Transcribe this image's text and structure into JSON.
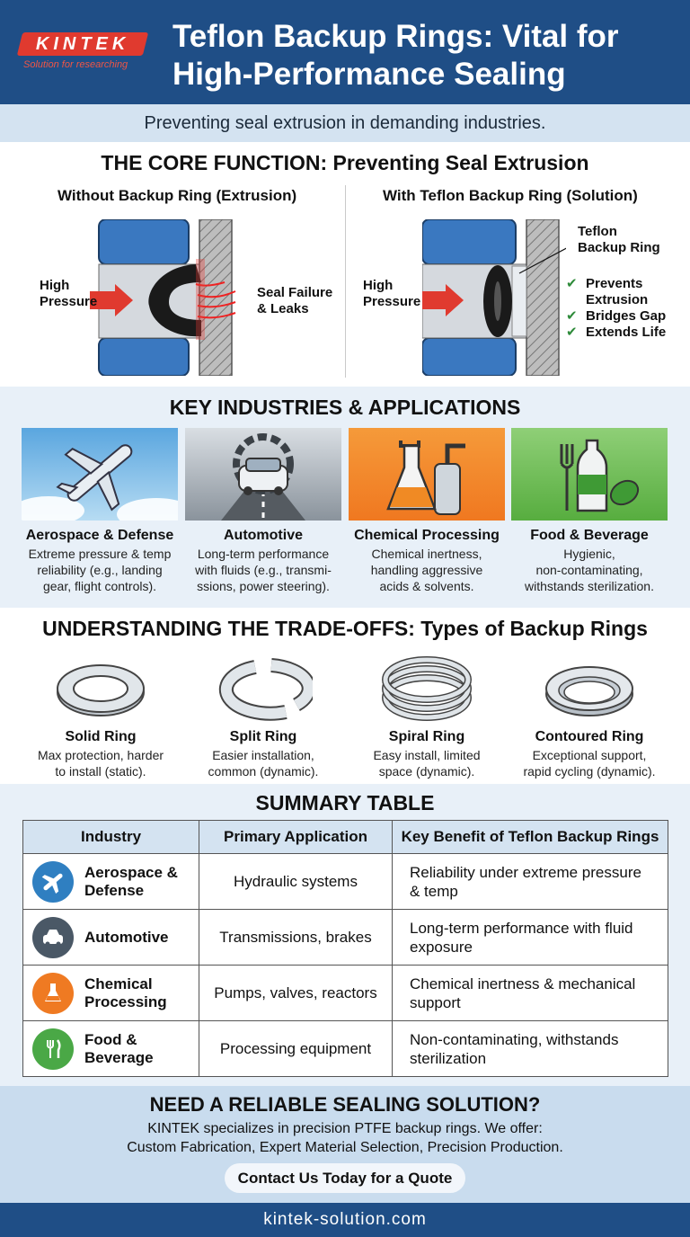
{
  "header": {
    "logo_text": "KINTEK",
    "logo_tagline": "Solution for researching",
    "title_line1": "Teflon Backup Rings: Vital for",
    "title_line2": "High-Performance Sealing",
    "subtitle": "Preventing seal extrusion in demanding industries."
  },
  "core": {
    "title": "THE CORE FUNCTION: Preventing Seal Extrusion",
    "left_heading": "Without Backup Ring (Extrusion)",
    "right_heading": "With Teflon Backup Ring (Solution)",
    "pressure_label_1": "High",
    "pressure_label_2": "Pressure",
    "failure_label_1": "Seal Failure",
    "failure_label_2": "& Leaks",
    "ring_label_1": "Teflon",
    "ring_label_2": "Backup Ring",
    "benefits": [
      "Prevents",
      "Extrusion",
      "Bridges Gap",
      "Extends Life"
    ]
  },
  "industries": {
    "title": "KEY INDUSTRIES & APPLICATIONS",
    "items": [
      {
        "name": "Aerospace & Defense",
        "desc1": "Extreme pressure & temp",
        "desc2": "reliability (e.g., landing",
        "desc3": "gear, flight controls)."
      },
      {
        "name": "Automotive",
        "desc1": "Long-term performance",
        "desc2": "with fluids (e.g., transmi-",
        "desc3": "ssions, power steering)."
      },
      {
        "name": "Chemical Processing",
        "desc1": "Chemical inertness,",
        "desc2": "handling aggressive",
        "desc3": "acids & solvents."
      },
      {
        "name": "Food & Beverage",
        "desc1": "Hygienic,",
        "desc2": "non-contaminating,",
        "desc3": "withstands sterilization."
      }
    ]
  },
  "rings": {
    "title": "UNDERSTANDING THE TRADE-OFFS: Types of Backup Rings",
    "items": [
      {
        "name": "Solid Ring",
        "desc1": "Max protection, harder",
        "desc2": "to install (static)."
      },
      {
        "name": "Split Ring",
        "desc1": "Easier installation,",
        "desc2": "common (dynamic)."
      },
      {
        "name": "Spiral Ring",
        "desc1": "Easy install, limited",
        "desc2": "space (dynamic)."
      },
      {
        "name": "Contoured Ring",
        "desc1": "Exceptional support,",
        "desc2": "rapid cycling (dynamic)."
      }
    ]
  },
  "summary": {
    "title": "SUMMARY TABLE",
    "headers": [
      "Industry",
      "Primary Application",
      "Key Benefit of Teflon Backup Rings"
    ],
    "rows": [
      {
        "industry1": "Aerospace &",
        "industry2": "Defense",
        "application": "Hydraulic systems",
        "benefit1": "Reliability under extreme pressure",
        "benefit2": "& temp",
        "color": "#2f7fc1"
      },
      {
        "industry1": "Automotive",
        "industry2": "",
        "application": "Transmissions, brakes",
        "benefit1": "Long-term performance with fluid",
        "benefit2": "exposure",
        "color": "#4a5866"
      },
      {
        "industry1": "Chemical",
        "industry2": "Processing",
        "application": "Pumps, valves, reactors",
        "benefit1": "Chemical inertness & mechanical",
        "benefit2": "support",
        "color": "#ef7a22"
      },
      {
        "industry1": "Food &",
        "industry2": "Beverage",
        "application": "Processing equipment",
        "benefit1": "Non-contaminating, withstands",
        "benefit2": "sterilization",
        "color": "#4aa846"
      }
    ]
  },
  "cta": {
    "title": "NEED A RELIABLE SEALING SOLUTION?",
    "line1": "KINTEK specializes in precision PTFE backup rings. We offer:",
    "line2": "Custom Fabrication, Expert Material Selection, Precision Production.",
    "button": "Contact Us Today for a Quote"
  },
  "footer": {
    "url": "kintek-solution.com"
  },
  "colors": {
    "brand_blue": "#1f4e86",
    "accent_red": "#e03a2f",
    "check_green": "#2e8b3a"
  }
}
